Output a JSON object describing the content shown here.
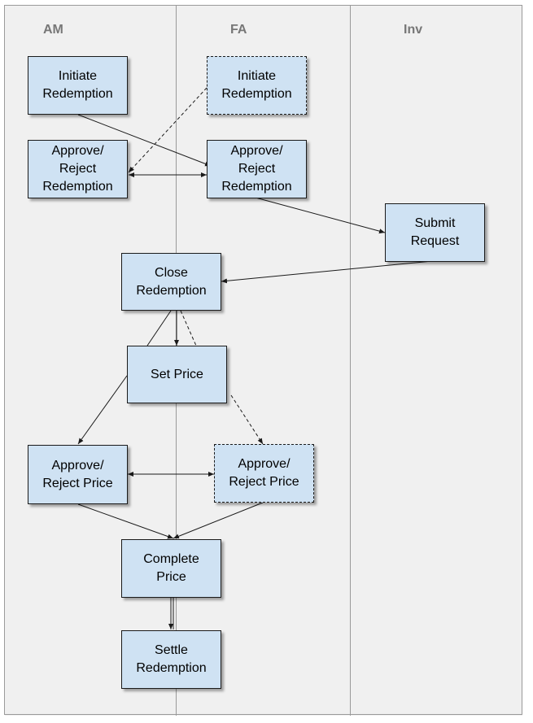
{
  "lanes": [
    {
      "id": "am",
      "title": "AM"
    },
    {
      "id": "fa",
      "title": "FA"
    },
    {
      "id": "inv",
      "title": "Inv"
    }
  ],
  "nodes": {
    "am_initiate": {
      "label": "Initiate\nRedemption",
      "lane": "AM",
      "style": "solid"
    },
    "fa_initiate": {
      "label": "Initiate\nRedemption",
      "lane": "FA",
      "style": "dashed"
    },
    "am_approve_redemption": {
      "label": "Approve/\nReject\nRedemption",
      "lane": "AM",
      "style": "solid"
    },
    "fa_approve_redemption": {
      "label": "Approve/\nReject\nRedemption",
      "lane": "FA",
      "style": "solid"
    },
    "inv_submit": {
      "label": "Submit\nRequest",
      "lane": "Inv",
      "style": "solid"
    },
    "close_redemption": {
      "label": "Close\nRedemption",
      "lane": "AM",
      "style": "solid"
    },
    "set_price": {
      "label": "Set Price",
      "lane": "AM/FA",
      "style": "solid"
    },
    "am_approve_price": {
      "label": "Approve/\nReject Price",
      "lane": "AM",
      "style": "solid"
    },
    "fa_approve_price": {
      "label": "Approve/\nReject Price",
      "lane": "FA",
      "style": "dashed"
    },
    "complete_price": {
      "label": "Complete\nPrice",
      "lane": "AM",
      "style": "solid"
    },
    "settle_redemption": {
      "label": "Settle\nRedemption",
      "lane": "AM",
      "style": "solid"
    }
  },
  "edges": [
    {
      "from": "am_initiate",
      "to": "fa_approve_redemption",
      "style": "solid",
      "arrow": "end"
    },
    {
      "from": "fa_initiate",
      "to": "am_approve_redemption",
      "style": "dashed",
      "arrow": "end"
    },
    {
      "from": "am_approve_redemption",
      "to": "fa_approve_redemption",
      "style": "solid",
      "arrow": "both"
    },
    {
      "from": "fa_approve_redemption",
      "to": "inv_submit",
      "style": "solid",
      "arrow": "end"
    },
    {
      "from": "inv_submit",
      "to": "close_redemption",
      "style": "solid",
      "arrow": "end"
    },
    {
      "from": "close_redemption",
      "to": "set_price",
      "style": "solid",
      "arrow": "end"
    },
    {
      "from": "close_redemption",
      "to": "am_approve_price",
      "style": "solid",
      "arrow": "end"
    },
    {
      "from": "close_redemption",
      "to": "fa_approve_price",
      "style": "dashed",
      "arrow": "end"
    },
    {
      "from": "am_approve_price",
      "to": "fa_approve_price",
      "style": "solid",
      "arrow": "both"
    },
    {
      "from": "am_approve_price",
      "to": "complete_price",
      "style": "solid",
      "arrow": "end"
    },
    {
      "from": "fa_approve_price",
      "to": "complete_price",
      "style": "solid",
      "arrow": "end"
    },
    {
      "from": "complete_price",
      "to": "settle_redemption",
      "style": "solid",
      "arrow": "end"
    }
  ],
  "colors": {
    "box_fill": "#cfe2f3",
    "lane_fill": "#f0f0f0",
    "lane_title": "#777777",
    "stroke": "#1a1a1a"
  }
}
